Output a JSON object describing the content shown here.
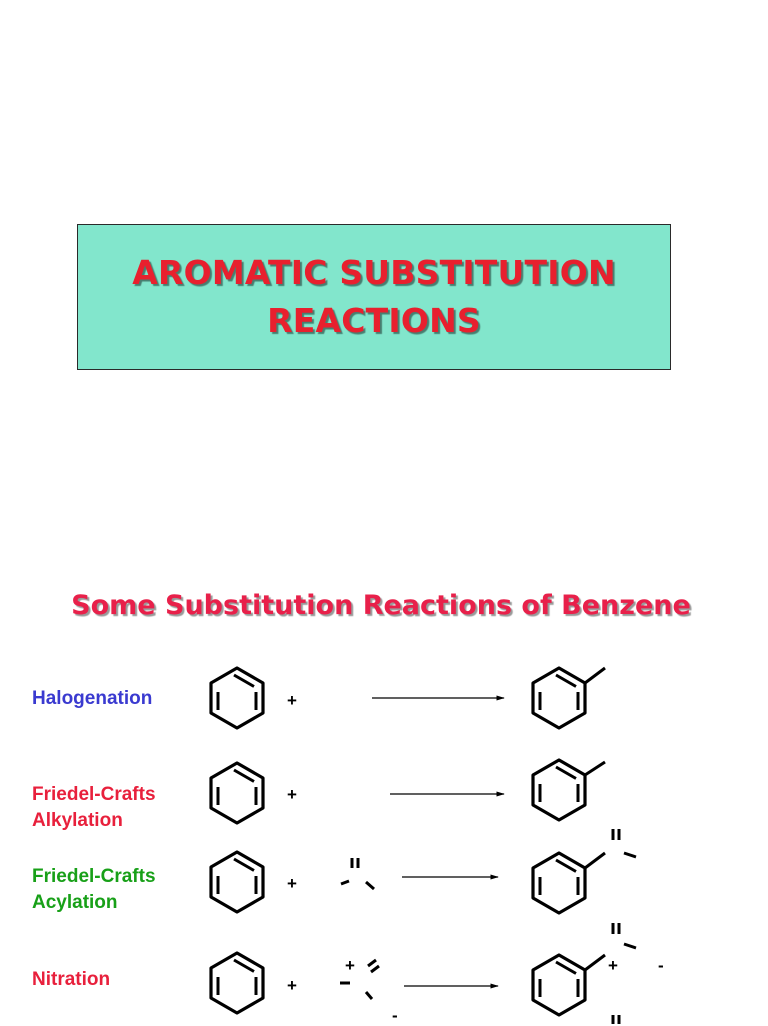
{
  "title": {
    "line1": "AROMATIC SUBSTITUTION",
    "line2": "REACTIONS"
  },
  "subtitle": "Some Substitution Reactions of Benzene",
  "reactions": [
    {
      "name_line1": "Halogenation",
      "name_line2": "",
      "color": "#3a3ad0"
    },
    {
      "name_line1": "Friedel-Crafts",
      "name_line2": "Alkylation",
      "color": "#e8203c"
    },
    {
      "name_line1": "Friedel-Crafts",
      "name_line2": "Acylation",
      "color": "#18a018"
    },
    {
      "name_line1": "Nitration",
      "name_line2": "",
      "color": "#e8203c"
    }
  ],
  "plus": "+",
  "charges": {
    "plus": "+",
    "minus": "-"
  },
  "colors": {
    "title_box": "#82e6cc",
    "title_text": "#e8202e",
    "subtitle_text": "#e8204a"
  }
}
